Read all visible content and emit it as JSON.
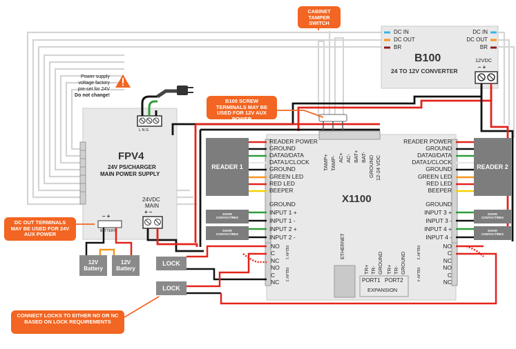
{
  "callouts": {
    "cabinet_tamper": "CABINET TAMPER SWITCH",
    "b100_screw": "B100 SCREW TERMINALS MAY BE USED FOR 12V AUX POWER",
    "dc_out_terminals": "DC OUT TERMINALS MAY BE USED FOR 24V AUX POWER",
    "connect_locks": "CONNECT LOCKS TO EITHER NO OR NC BASED ON LOCK REQUIREMENTS"
  },
  "b100": {
    "title": "B100",
    "subtitle": "24 TO 12V CONVERTER",
    "left_labels": [
      "DC IN",
      "DC OUT",
      "BR"
    ],
    "right_labels": [
      "DC IN",
      "DC OUT",
      "BR"
    ],
    "voltage": "12VDC",
    "polarity": "– +"
  },
  "fpv4": {
    "note_line1": "Power supply",
    "note_line2": "voltage factory",
    "note_line3": "pre-set for 24V",
    "note_line4": "Do not change!",
    "title": "FPV4",
    "subtitle_line1": "24V PS/CHARGER",
    "subtitle_line2": "MAIN POWER SUPPLY",
    "main_label_line1": "24VDC",
    "main_label_line2": "MAIN",
    "main_polarity": "+  –",
    "battery_label": "BATTERY",
    "battery_polarity": "–  +",
    "terminal_letters": "L N G"
  },
  "batteries": [
    {
      "line1": "12V",
      "line2": "Battery"
    },
    {
      "line1": "12V",
      "line2": "Battery"
    }
  ],
  "x1100": {
    "title": "X1100",
    "left_terminals": [
      "READER POWER",
      "GROUND",
      "DATA0/DATA",
      "DATA1/CLOCK",
      "GROUND",
      "GREEN LED",
      "RED LED",
      "BEEPER",
      "GROUND",
      "INPUT 1 +",
      "INPUT 1 -",
      "INPUT 2 +",
      "INPUT 2 -"
    ],
    "right_terminals": [
      "READER POWER",
      "GROUND",
      "DATA0/DATA",
      "DATA1/CLOCK",
      "GROUND",
      "GREEN LED",
      "RED LED",
      "BEEPER",
      "GROUND",
      "INPUT 3 +",
      "INPUT 3 -",
      "INPUT 4 +",
      "INPUT 4 -"
    ],
    "top_terminals": [
      "TAMP+",
      "TAMP-",
      "AC+",
      "AC-",
      "BAT+",
      "BAT-",
      "GROUND",
      "12-24 VDC"
    ],
    "relay_left": [
      "NO",
      "C",
      "NC",
      "NO",
      "C",
      "NC"
    ],
    "relay_right": [
      "NO",
      "C",
      "NC",
      "NO",
      "C",
      "NC"
    ],
    "relay_left_tags": [
      "RELAY 1",
      "RELAY 2"
    ],
    "relay_right_tags": [
      "RELAY 3",
      "RELAY 4"
    ],
    "ethernet": "ETHERNET",
    "bottom_terminals": [
      "TR+",
      "TR-",
      "GROUND",
      "TR+",
      "TR-",
      "GROUND"
    ],
    "port1": "PORT1",
    "port2": "PORT2",
    "expansion": "EXPANSION"
  },
  "readers": {
    "left": "READER 1",
    "right": "READER 2"
  },
  "door_contacts": {
    "label_line1": "DOOR",
    "label_line2": "CONTACT/REX"
  },
  "locks": [
    "LOCK",
    "LOCK"
  ],
  "colors": {
    "orange": "#f26522",
    "wire_black": "#111111",
    "wire_red": "#e2231a",
    "wire_green": "#2e9c3a",
    "wire_yellow": "#f5d000",
    "wire_white": "#d9d9d9",
    "wire_cyan": "#36b5e5",
    "wire_orange": "#f7941d",
    "wire_maroon": "#8b1a1a",
    "board_gray": "#e9e9e9",
    "device_gray": "#7d7d7d"
  },
  "icons": [
    "warning-icon",
    "power-plug-icon"
  ]
}
